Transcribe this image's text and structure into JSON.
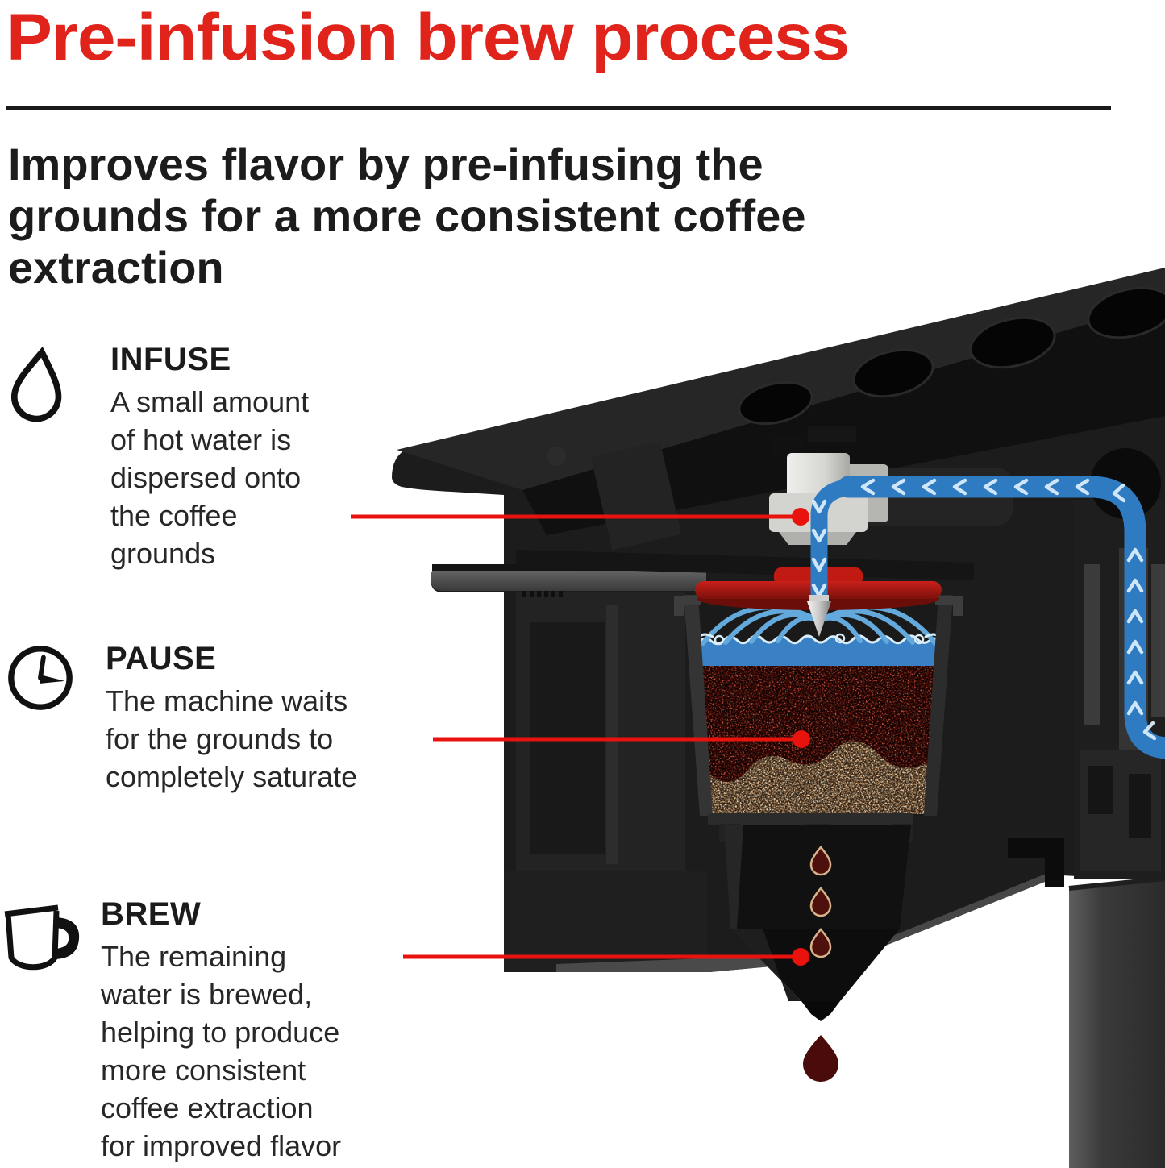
{
  "title": "Pre-infusion brew process",
  "subtitle": "Improves flavor by pre-infusing the\ngrounds for a more consistent coffee\nextraction",
  "steps": [
    {
      "id": "infuse",
      "icon": "water-drop-icon",
      "title": "INFUSE",
      "body": "A small amount\nof hot water is\ndispersed onto\nthe coffee\ngrounds"
    },
    {
      "id": "pause",
      "icon": "clock-icon",
      "title": "PAUSE",
      "body": "The machine waits\nfor the grounds to\ncompletely saturate"
    },
    {
      "id": "brew",
      "icon": "mug-icon",
      "title": "BREW",
      "body": "The remaining\nwater is brewed,\nhelping to produce\nmore consistent\ncoffee extraction\nfor improved flavor"
    }
  ],
  "colors": {
    "accent_red": "#e0231b",
    "line_red": "#e8130d",
    "tube_blue": "#2e7bc2",
    "spray_blue": "#63a9dc",
    "water_blue": "#3a80c4",
    "wave_highlight": "#d9edf9",
    "wet_grounds": "#480a06",
    "dry_grounds": "#7b5331",
    "lid_red": "#c01a13",
    "lid_red_dark": "#7c110c",
    "drip_fill": "#4e100c",
    "drip_outline": "#d8b28a",
    "drop_dark": "#4a0c0a",
    "machine_black": "#1c1c1c",
    "icon_black": "#111111"
  }
}
